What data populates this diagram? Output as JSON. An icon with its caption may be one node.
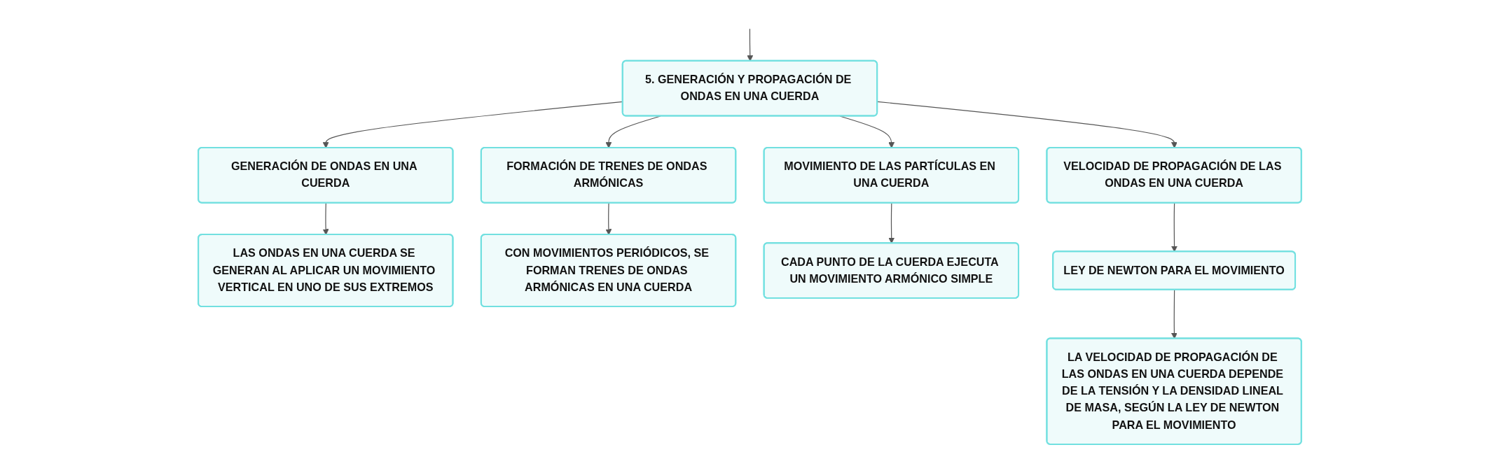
{
  "diagram": {
    "nodes": [
      {
        "text": [
          "5. GENERACIÓN Y PROPAGACIÓN DE ONDAS EN UNA CUERDA"
        ]
      },
      {
        "text": [
          "GENERACIÓN DE ONDAS EN UNA CUERDA"
        ]
      },
      {
        "text": [
          "LAS ONDAS EN UNA CUERDA SE GENERAN AL APLICAR UN MOVIMIENTO VERTICAL EN UNO DE SUS EXTREMOS"
        ]
      },
      {
        "text": [
          "FORMACIÓN DE TRENES DE ONDAS ARMÓNICAS"
        ]
      },
      {
        "text": [
          "CON MOVIMIENTOS PERIÓDICOS, SE FORMAN TRENES DE ONDAS ARMÓNICAS EN UNA CUERDA"
        ]
      },
      {
        "text": [
          "MOVIMIENTO DE LAS PARTÍCULAS EN UNA CUERDA"
        ]
      },
      {
        "text": [
          "CADA PUNTO DE LA CUERDA EJECUTA UN MOVIMIENTO ARMÓNICO SIMPLE"
        ]
      },
      {
        "text": [
          "VELOCIDAD DE PROPAGACIÓN DE LAS ONDAS EN UNA CUERDA"
        ]
      },
      {
        "text": [
          "LEY DE NEWTON PARA EL MOVIMIENTO"
        ]
      },
      {
        "text": [
          "LA VELOCIDAD DE PROPAGACIÓN DE LAS ONDAS EN UNA CUERDA DEPENDE DE LA TENSIÓN Y LA DENSIDAD LINEAL DE MASA, SEGÚN LA LEY DE NEWTON PARA EL MOVIMIENTO"
        ]
      }
    ],
    "edges": [
      {
        "from": null,
        "to": 0,
        "arrow": "to"
      },
      {
        "from": 0,
        "to": 1,
        "arrow": "to"
      },
      {
        "from": 1,
        "to": 2,
        "arrow": "to"
      },
      {
        "from": 0,
        "to": 3,
        "arrow": "to"
      },
      {
        "from": 3,
        "to": 4,
        "arrow": "to"
      },
      {
        "from": 0,
        "to": 5,
        "arrow": "to"
      },
      {
        "from": 5,
        "to": 6,
        "arrow": "to"
      },
      {
        "from": 0,
        "to": 7,
        "arrow": "to"
      },
      {
        "from": 7,
        "to": 8,
        "arrow": "to"
      },
      {
        "from": 8,
        "to": 9,
        "arrow": "to"
      }
    ]
  }
}
